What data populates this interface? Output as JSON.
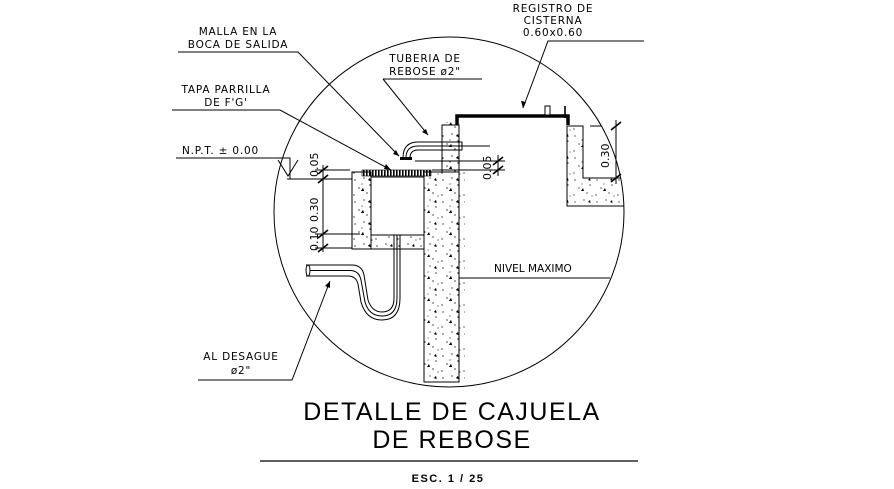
{
  "drawing": {
    "labels": {
      "malla": [
        "MALLA EN LA",
        "BOCA DE SALIDA"
      ],
      "tapa": [
        "TAPA PARRILLA",
        "DE F'G'"
      ],
      "npt": "N.P.T. ± 0.00",
      "tuberia": [
        "TUBERIA DE",
        "REBOSE ø2\""
      ],
      "registro": [
        "REGISTRO DE",
        "CISTERNA",
        "0.60x0.60"
      ],
      "nivel": "NIVEL MAXIMO",
      "desague": [
        "AL DESAGUE",
        "ø2\""
      ]
    },
    "dimensions": {
      "top_05": "0.05",
      "mid_30": "0.30",
      "bottom_10": "0.10",
      "pipe_05": "0.05",
      "registro_30": "0.30"
    },
    "title": [
      "DETALLE DE CAJUELA",
      "DE REBOSE"
    ],
    "scale": "ESC. 1 / 25"
  }
}
